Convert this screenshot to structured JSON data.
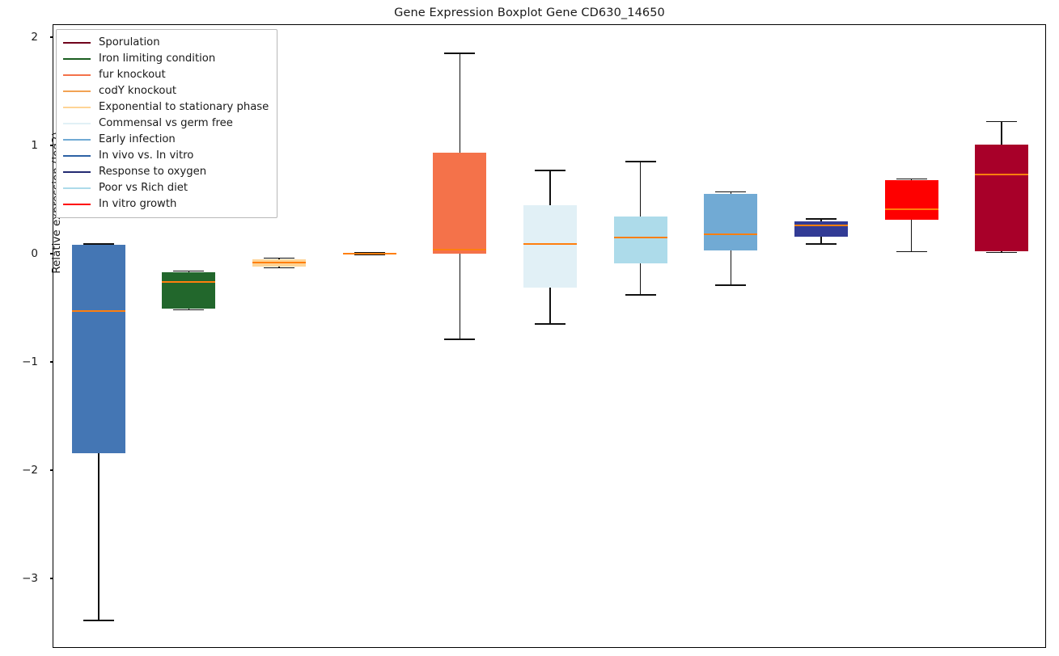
{
  "chart_data": {
    "type": "boxplot",
    "title": "Gene Expression Boxplot Gene CD630_14650",
    "xlabel": "",
    "ylabel": "Relative expression (log2)",
    "ylim": [
      -3.62,
      2.2
    ],
    "yticks": [
      2,
      1,
      0,
      -1,
      -2,
      -3
    ],
    "ytick_labels": [
      "2",
      "1",
      "0",
      "−1",
      "−2",
      "−3"
    ],
    "grid": false,
    "legend_position": "upper left",
    "median_color": "#ff7f0e",
    "whisker_color": "#111111",
    "boxes": [
      {
        "name": "In vivo vs. In vitro",
        "color": "#4476b4",
        "whisker_high": 0.09,
        "q3": 0.08,
        "median": -0.53,
        "q1": -1.84,
        "whisker_low": -3.39
      },
      {
        "name": "Iron limiting condition",
        "color": "#22672c",
        "whisker_high": -0.16,
        "q3": -0.17,
        "median": -0.26,
        "q1": -0.51,
        "whisker_low": -0.52
      },
      {
        "name": "Exponential to stationary phase",
        "color": "#fed496",
        "whisker_high": -0.04,
        "q3": -0.05,
        "median": -0.08,
        "q1": -0.12,
        "whisker_low": -0.13
      },
      {
        "name": "codY knockout",
        "color": "#f2a254",
        "whisker_high": 0.01,
        "q3": 0.005,
        "median": 0.0,
        "q1": -0.005,
        "whisker_low": -0.01
      },
      {
        "name": "fur knockout",
        "color": "#f4724a",
        "whisker_high": 1.85,
        "q3": 0.93,
        "median": 0.04,
        "q1": 0.0,
        "whisker_low": -0.79
      },
      {
        "name": "Commensal vs germ free",
        "color": "#e1f0f6",
        "whisker_high": 0.77,
        "q3": 0.45,
        "median": 0.09,
        "q1": -0.31,
        "whisker_low": -0.65
      },
      {
        "name": "Poor vs Rich diet",
        "color": "#addbea",
        "whisker_high": 0.85,
        "q3": 0.34,
        "median": 0.15,
        "q1": -0.09,
        "whisker_low": -0.38
      },
      {
        "name": "Early infection",
        "color": "#71aad4",
        "whisker_high": 0.57,
        "q3": 0.55,
        "median": 0.18,
        "q1": 0.03,
        "whisker_low": -0.29
      },
      {
        "name": "Response to oxygen",
        "color": "#323b95",
        "whisker_high": 0.32,
        "q3": 0.3,
        "median": 0.26,
        "q1": 0.16,
        "whisker_low": 0.09
      },
      {
        "name": "In vitro growth",
        "color": "#fe0000",
        "whisker_high": 0.69,
        "q3": 0.68,
        "median": 0.41,
        "q1": 0.31,
        "whisker_low": 0.02
      },
      {
        "name": "Sporulation",
        "color": "#a80029",
        "whisker_high": 1.22,
        "q3": 1.01,
        "median": 0.73,
        "q1": 0.02,
        "whisker_low": 0.01
      }
    ]
  },
  "legend": {
    "items": [
      {
        "label": "Sporulation",
        "color": "#70001b"
      },
      {
        "label": "Iron limiting condition",
        "color": "#1b5e20"
      },
      {
        "label": "fur knockout",
        "color": "#f4724a"
      },
      {
        "label": "codY knockout",
        "color": "#f2a254"
      },
      {
        "label": "Exponential to stationary phase",
        "color": "#fed496"
      },
      {
        "label": "Commensal vs germ free",
        "color": "#e1f0f6"
      },
      {
        "label": "Early infection",
        "color": "#71aad4"
      },
      {
        "label": "In vivo vs. In vitro",
        "color": "#2d62a5"
      },
      {
        "label": "Response to oxygen",
        "color": "#232a72"
      },
      {
        "label": "Poor vs Rich diet",
        "color": "#addbea"
      },
      {
        "label": "In vitro growth",
        "color": "#fe0000"
      }
    ]
  }
}
